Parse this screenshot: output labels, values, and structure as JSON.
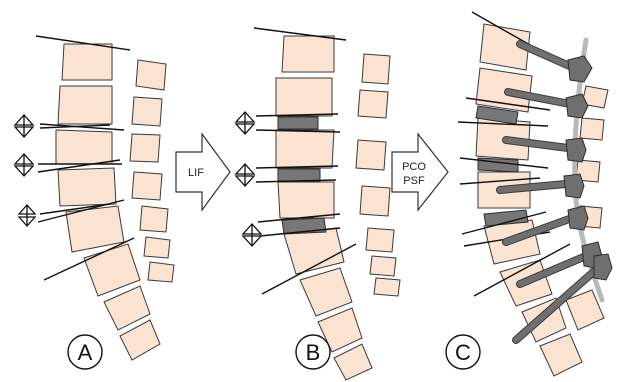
{
  "colors": {
    "vertebra": "#fbe3d2",
    "disc_implant": "#777777",
    "rod": "#b9b9b9",
    "screw": "#6f6f6f",
    "outline": "#3a3a3a"
  },
  "arrows": [
    {
      "id": "arrow-1",
      "lines": [
        "LIF"
      ]
    },
    {
      "id": "arrow-2",
      "lines": [
        "PCO",
        "PSF"
      ]
    }
  ],
  "panels": [
    {
      "id": "A",
      "label": "A"
    },
    {
      "id": "B",
      "label": "B"
    },
    {
      "id": "C",
      "label": "C"
    }
  ],
  "icons": {
    "level_marker": "double-arrow-icon"
  }
}
